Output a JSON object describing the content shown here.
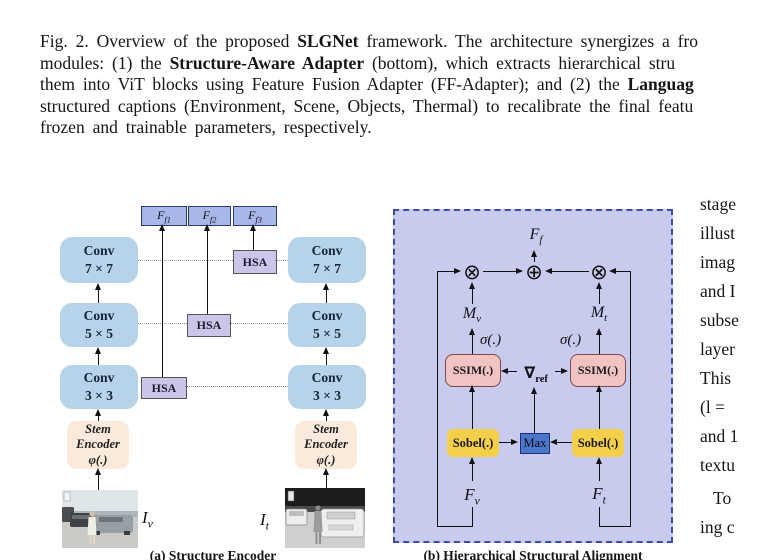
{
  "figure_caption": {
    "l1a": "Fig. 2.  Overview of the proposed ",
    "l1b": "SLGNet",
    "l1c": " framework. The architecture synergizes a fro",
    "l2a": "modules: (1) the ",
    "l2b": "Structure-Aware Adapter",
    "l2c": " (bottom), which extracts hierarchical stru",
    "l3a": "them into ViT blocks using Feature Fusion Adapter (FF-Adapter); and (2) the ",
    "l3b": "Languag",
    "l4": "structured captions (Environment, Scene, Objects, Thermal) to recalibrate the final featu",
    "l5": "frozen and trainable parameters, respectively."
  },
  "side_text": {
    "lines": [
      "stage",
      "illust",
      "imag",
      "and I",
      "subse",
      "layer",
      "This",
      "(l =",
      "and 1",
      "textu",
      "To",
      "ing c"
    ]
  },
  "encoder": {
    "caption": "(a) Structure Encoder",
    "outputs": [
      {
        "base": "F",
        "sub": "f1"
      },
      {
        "base": "F",
        "sub": "f2"
      },
      {
        "base": "F",
        "sub": "f3"
      }
    ],
    "conv_rows": [
      {
        "l1": "Conv",
        "l2": "7 × 7"
      },
      {
        "l1": "Conv",
        "l2": "5 × 5"
      },
      {
        "l1": "Conv",
        "l2": "3 × 3"
      }
    ],
    "stem": {
      "l1": "Stem",
      "l2": "Encoder",
      "l3": "φ(.)"
    },
    "hsa_label": "HSA",
    "input_v": {
      "base": "I",
      "sub": "v"
    },
    "input_t": {
      "base": "I",
      "sub": "t"
    }
  },
  "alignment": {
    "caption": "(b) Hierarchical Structural Alignment",
    "output": {
      "base": "F",
      "sub": "f"
    },
    "sum_op": "⊕",
    "mul_op": "⊗",
    "mask_v": {
      "base": "M",
      "sub": "v"
    },
    "mask_t": {
      "base": "M",
      "sub": "t"
    },
    "sigma": "σ(.)",
    "ssim_label": "SSIM(.)",
    "grad_ref": {
      "base": "∇",
      "sub": "ref"
    },
    "sobel_label": "Sobel(.)",
    "max_label": "Max",
    "feat_v": {
      "base": "F",
      "sub": "v"
    },
    "feat_t": {
      "base": "F",
      "sub": "t"
    }
  },
  "colors": {
    "conv_box": "#b7d3ea",
    "feature_box": "#a9b6e8",
    "hsa_box": "#cbc5ea",
    "stem_box": "#faeadb",
    "panel_bg": "#c8cbee",
    "panel_border": "#3a4cae",
    "ssim_box": "#f2c3c3",
    "sobel_box": "#f3cf4a",
    "max_box": "#4b76ca"
  }
}
